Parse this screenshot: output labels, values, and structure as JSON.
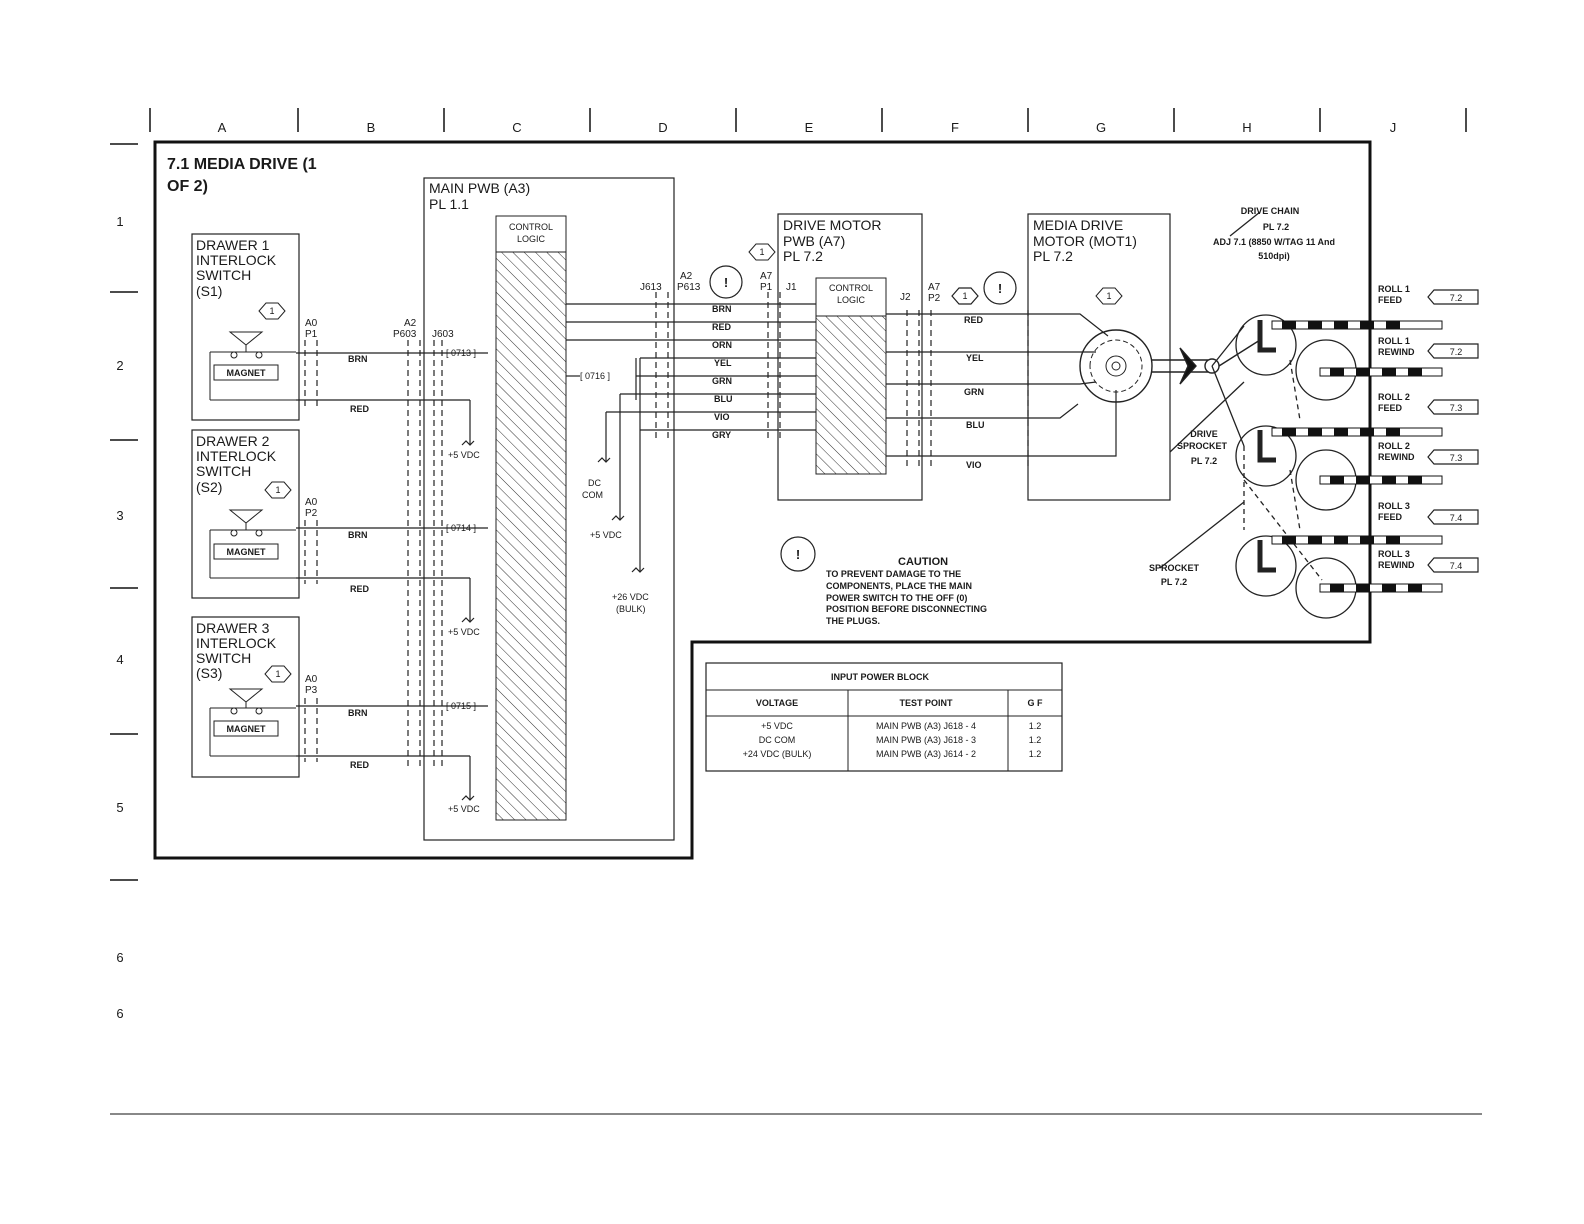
{
  "columns": [
    "A",
    "B",
    "C",
    "D",
    "E",
    "F",
    "G",
    "H",
    "J"
  ],
  "rows": [
    "1",
    "2",
    "3",
    "4",
    "5",
    "6",
    "6"
  ],
  "title": {
    "line1": "7.1  MEDIA DRIVE (1",
    "line2": "OF 2)"
  },
  "main_pwb": {
    "name": "MAIN PWB (A3)",
    "pl": "PL 1.1",
    "control_logic": [
      "CONTROL",
      "LOGIC"
    ]
  },
  "drawers": [
    {
      "lines": [
        "DRAWER 1",
        "INTERLOCK",
        "SWITCH",
        "(S1)"
      ],
      "connector": [
        "A0",
        "P1"
      ],
      "magnet": "MAGNET",
      "badge": "1",
      "wire_top": "BRN",
      "wire_bottom": "RED",
      "test_point": "[ 0713 ]",
      "vdc": "+5 VDC"
    },
    {
      "lines": [
        "DRAWER 2",
        "INTERLOCK",
        "SWITCH",
        "(S2)"
      ],
      "connector": [
        "A0",
        "P2"
      ],
      "magnet": "MAGNET",
      "badge": "1",
      "wire_top": "BRN",
      "wire_bottom": "RED",
      "test_point": "[ 0714 ]",
      "vdc": "+5 VDC"
    },
    {
      "lines": [
        "DRAWER 3",
        "INTERLOCK",
        "SWITCH",
        "(S3)"
      ],
      "connector": [
        "A0",
        "P3"
      ],
      "magnet": "MAGNET",
      "badge": "1",
      "wire_top": "BRN",
      "wire_bottom": "RED",
      "test_point": "[ 0715 ]",
      "vdc": "+5 VDC"
    }
  ],
  "connectors": {
    "a2_p603": [
      "A2",
      "P603"
    ],
    "j603": "J603",
    "j613": "J613",
    "a2_p613": [
      "A2",
      "P613"
    ],
    "a7_p1": [
      "A7",
      "P1"
    ],
    "j1": "J1",
    "j2": "J2",
    "a7_p2": [
      "A7",
      "P2"
    ]
  },
  "motor_wires": [
    "BRN",
    "RED",
    "ORN",
    "YEL",
    "GRN",
    "BLU",
    "VIO",
    "GRY"
  ],
  "test_0716": "[ 0716 ]",
  "dc_com": [
    "DC",
    "COM"
  ],
  "vdc_5": "+5 VDC",
  "vdc_26": [
    "+26 VDC",
    "(BULK)"
  ],
  "drive_motor_pwb": {
    "lines": [
      "DRIVE MOTOR",
      "PWB (A7)",
      "PL 7.2"
    ],
    "control_logic": [
      "CONTROL",
      "LOGIC"
    ],
    "badge": "1"
  },
  "motor_out_wires": [
    "RED",
    "YEL",
    "GRN",
    "BLU",
    "VIO"
  ],
  "media_drive_motor": {
    "lines": [
      "MEDIA DRIVE",
      "MOTOR (MOT1)",
      "PL 7.2"
    ],
    "badge": "1"
  },
  "drive_chain": [
    "DRIVE CHAIN",
    "PL 7.2",
    "ADJ 7.1 (8850 W/TAG 11 And",
    "510dpi)"
  ],
  "drive_sprocket": [
    "DRIVE",
    "SPROCKET",
    "PL 7.2"
  ],
  "sprocket": [
    "SPROCKET",
    "PL 7.2"
  ],
  "rolls": [
    {
      "label": [
        "ROLL 1",
        "FEED"
      ],
      "ref": "7.2"
    },
    {
      "label": [
        "ROLL 1",
        "REWIND"
      ],
      "ref": "7.2"
    },
    {
      "label": [
        "ROLL 2",
        "FEED"
      ],
      "ref": "7.3"
    },
    {
      "label": [
        "ROLL 2",
        "REWIND"
      ],
      "ref": "7.3"
    },
    {
      "label": [
        "ROLL 3",
        "FEED"
      ],
      "ref": "7.4"
    },
    {
      "label": [
        "ROLL 3",
        "REWIND"
      ],
      "ref": "7.4"
    }
  ],
  "caution": {
    "title": "CAUTION",
    "lines": [
      "TO PREVENT DAMAGE TO THE",
      "COMPONENTS, PLACE THE MAIN",
      "POWER SWITCH TO THE OFF (0)",
      "POSITION BEFORE DISCONNECTING",
      "THE PLUGS."
    ]
  },
  "power_block": {
    "title": "INPUT POWER BLOCK",
    "headers": [
      "VOLTAGE",
      "TEST POINT",
      "G F"
    ],
    "rows": [
      [
        "+5 VDC",
        "MAIN PWB (A3) J618 - 4",
        "1.2"
      ],
      [
        "DC COM",
        "MAIN PWB (A3) J618 - 3",
        "1.2"
      ],
      [
        "+24 VDC (BULK)",
        "MAIN PWB (A3) J614 - 2",
        "1.2"
      ]
    ]
  }
}
